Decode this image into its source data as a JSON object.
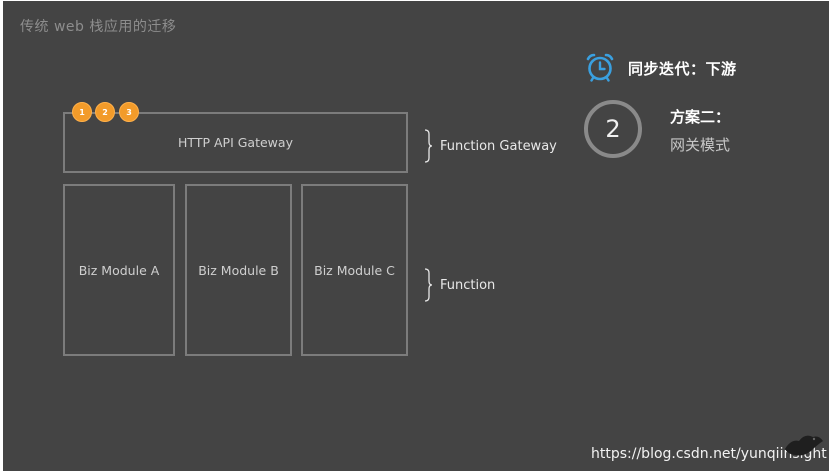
{
  "header": {
    "title": "传统 web 栈应用的迁移"
  },
  "diagram": {
    "gateway": {
      "label": "HTTP API Gateway"
    },
    "badges": [
      "1",
      "2",
      "3"
    ],
    "modules": [
      {
        "label": "Biz Module A"
      },
      {
        "label": "Biz Module B"
      },
      {
        "label": "Biz Module C"
      }
    ],
    "brace_labels": {
      "gateway": "Function Gateway",
      "function": "Function"
    }
  },
  "info": {
    "clock_icon": "alarm-clock-icon",
    "heading": "同步迭代：下游",
    "step_number": "2",
    "plan_title": "方案二：",
    "plan_subtitle": "网关模式"
  },
  "footer": {
    "watermark": "https://blog.csdn.net/yunqiinsight"
  },
  "colors": {
    "background": "#444444",
    "badge": "#f29b2a",
    "clock": "#3aa0e0",
    "box_border": "#7c7c7c"
  }
}
